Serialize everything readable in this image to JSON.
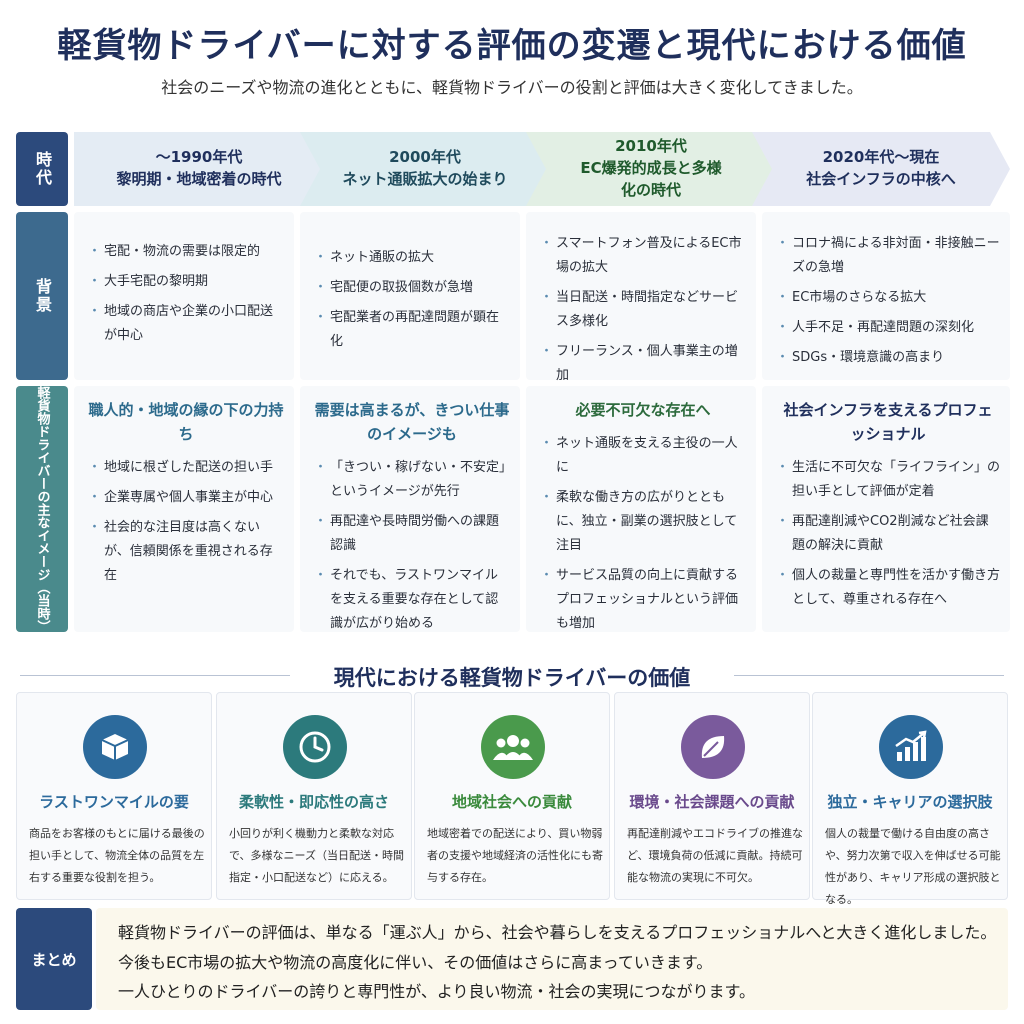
{
  "header": {
    "title": "軽貨物ドライバーに対する評価の変遷と現代における価値",
    "subtitle": "社会のニーズや物流の進化とともに、軽貨物ドライバーの役割と評価は大きく変化してきました。"
  },
  "row_labels": {
    "era": "時代",
    "background": "背景",
    "image": "軽貨物ドライバーの主なイメージ（当時）"
  },
  "eras": [
    {
      "period": "〜1990年代",
      "name": "黎明期・地域密着の時代"
    },
    {
      "period": "2000年代",
      "name": "ネット通販拡大の始まり"
    },
    {
      "period": "2010年代",
      "name": "EC爆発的成長と多様化の時代"
    },
    {
      "period": "2020年代〜現在",
      "name": "社会インフラの中核へ"
    }
  ],
  "backgrounds": [
    [
      "宅配・物流の需要は限定的",
      "大手宅配の黎明期",
      "地域の商店や企業の小口配送が中心"
    ],
    [
      "ネット通販の拡大",
      "宅配便の取扱個数が急増",
      "宅配業者の再配達問題が顕在化"
    ],
    [
      "スマートフォン普及によるEC市場の拡大",
      "当日配送・時間指定などサービス多様化",
      "フリーランス・個人事業主の増加"
    ],
    [
      "コロナ禍による非対面・非接触ニーズの急増",
      "EC市場のさらなる拡大",
      "人手不足・再配達問題の深刻化",
      "SDGs・環境意識の高まり"
    ]
  ],
  "images": [
    {
      "heading": "職人的・地域の縁の下の力持ち",
      "items": [
        "地域に根ざした配送の担い手",
        "企業専属や個人事業主が中心",
        "社会的な注目度は高くないが、信頼関係を重視される存在"
      ]
    },
    {
      "heading": "需要は高まるが、きつい仕事のイメージも",
      "items": [
        "「きつい・稼げない・不安定」というイメージが先行",
        "再配達や長時間労働への課題認識",
        "それでも、ラストワンマイルを支える重要な存在として認識が広がり始める"
      ]
    },
    {
      "heading": "必要不可欠な存在へ",
      "items": [
        "ネット通販を支える主役の一人に",
        "柔軟な働き方の広がりとともに、独立・副業の選択肢として注目",
        "サービス品質の向上に貢献するプロフェッショナルという評価も増加"
      ]
    },
    {
      "heading": "社会インフラを支えるプロフェッショナル",
      "items": [
        "生活に不可欠な「ライフライン」の担い手として評価が定着",
        "再配達削減やCO2削減など社会課題の解決に貢献",
        "個人の裁量と専門性を活かす働き方として、尊重される存在へ"
      ]
    }
  ],
  "values_section": {
    "heading": "現代における軽貨物ドライバーの価値",
    "cards": [
      {
        "title": "ラストワンマイルの要",
        "desc": "商品をお客様のもとに届ける最後の担い手として、物流全体の品質を左右する重要な役割を担う。",
        "icon": "box-icon",
        "color": "#2c6a9c"
      },
      {
        "title": "柔軟性・即応性の高さ",
        "desc": "小回りが利く機動力と柔軟な対応で、多様なニーズ（当日配送・時間指定・小口配送など）に応える。",
        "icon": "clock-icon",
        "color": "#2c7a7c"
      },
      {
        "title": "地域社会への貢献",
        "desc": "地域密着での配送により、買い物弱者の支援や地域経済の活性化にも寄与する存在。",
        "icon": "people-icon",
        "color": "#4a9a4c"
      },
      {
        "title": "環境・社会課題への貢献",
        "desc": "再配達削減やエコドライブの推進など、環境負荷の低減に貢献。持続可能な物流の実現に不可欠。",
        "icon": "leaf-icon",
        "color": "#7a5a9c"
      },
      {
        "title": "独立・キャリアの選択肢",
        "desc": "個人の裁量で働ける自由度の高さや、努力次第で収入を伸ばせる可能性があり、キャリア形成の選択肢となる。",
        "icon": "growth-chart-icon",
        "color": "#2c6a9c"
      }
    ]
  },
  "summary": {
    "label": "まとめ",
    "lines": [
      "軽貨物ドライバーの評価は、単なる「運ぶ人」から、社会や暮らしを支えるプロフェッショナルへと大きく進化しました。",
      "今後もEC市場の拡大や物流の高度化に伴い、その価値はさらに高まっていきます。",
      "一人ひとりのドライバーの誇りと専門性が、より良い物流・社会の実現につながります。"
    ]
  }
}
